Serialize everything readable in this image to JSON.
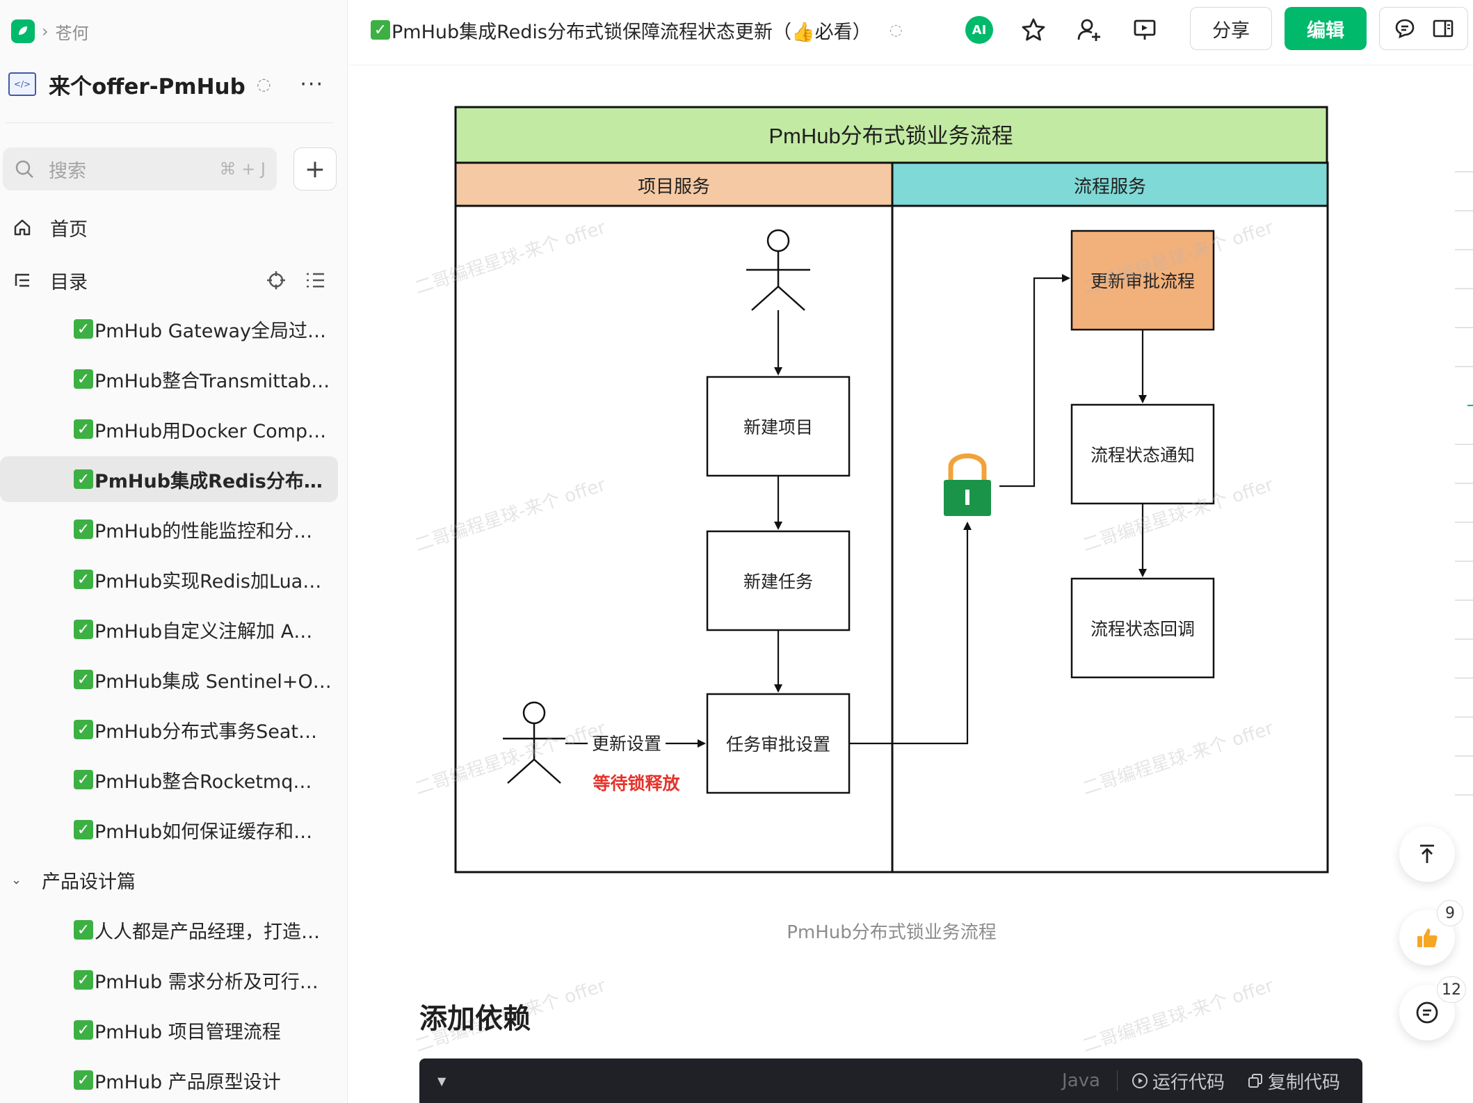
{
  "sidebar": {
    "breadcrumb": "苍何",
    "kb_name": "来个offer-PmHub",
    "search_placeholder": "搜索",
    "search_shortcut": "⌘ + J",
    "nav": {
      "home": "首页",
      "toc": "目录"
    },
    "docs": [
      "PmHub Gateway全局过…",
      "PmHub整合Transmittab…",
      "PmHub用Docker Comp…",
      "PmHub集成Redis分布…",
      "PmHub的性能监控和分…",
      "PmHub实现Redis加Lua…",
      "PmHub自定义注解加 A…",
      "PmHub集成 Sentinel+O…",
      "PmHub分布式事务Seat…",
      "PmHub整合Rocketmq…",
      "PmHub如何保证缓存和…"
    ],
    "group": "产品设计篇",
    "group_docs": [
      "人人都是产品经理，打造…",
      "PmHub 需求分析及可行…",
      "PmHub 项目管理流程",
      "PmHub 产品原型设计"
    ]
  },
  "header": {
    "title": "PmHub集成Redis分布式锁保障流程状态更新（👍必看）",
    "share_label": "分享",
    "edit_label": "编辑",
    "ai_label": "AI"
  },
  "diagram": {
    "title": "PmHub分布式锁业务流程",
    "lane_left": "项目服务",
    "lane_right": "流程服务",
    "box_new_project": "新建项目",
    "box_new_task": "新建任务",
    "box_task_approval": "任务审批设置",
    "box_update_flow": "更新审批流程",
    "box_notify": "流程状态通知",
    "box_callback": "流程状态回调",
    "label_update": "更新设置",
    "label_wait": "等待锁释放",
    "watermark": "二哥编程星球-来个 offer",
    "colors": {
      "title_bg": "#c2eaa3",
      "lane_left_bg": "#f5c9a3",
      "lane_right_bg": "#7fd9d6",
      "update_bg": "#f2b07b",
      "lock": "#1a9449",
      "wait_text": "#e5332a"
    }
  },
  "caption": "PmHub分布式锁业务流程",
  "section_heading": "添加依赖",
  "code": {
    "lang": "Java",
    "run_label": "运行代码",
    "copy_label": "复制代码"
  },
  "float": {
    "like_count": "9",
    "comment_count": "12"
  }
}
